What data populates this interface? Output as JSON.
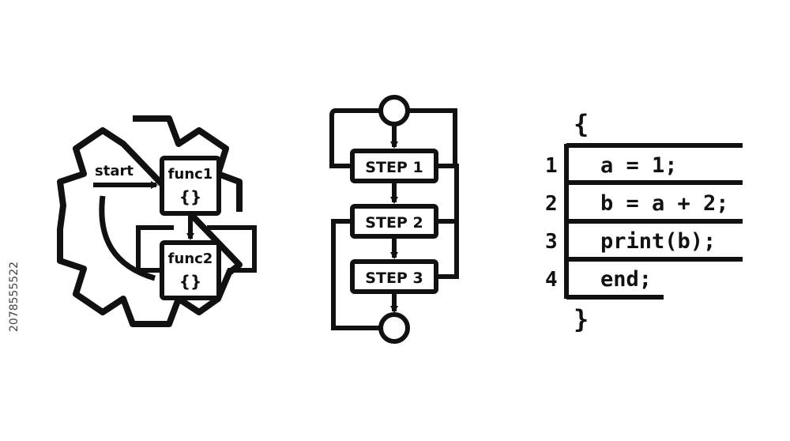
{
  "stock_id": "2078555522",
  "diagram1": {
    "start_label": "start",
    "func1_label": "func1",
    "func1_braces": "{}",
    "func2_label": "func2",
    "func2_braces": "{}"
  },
  "diagram2": {
    "steps": [
      "STEP 1",
      "STEP 2",
      "STEP 3"
    ]
  },
  "diagram3": {
    "open_brace": "{",
    "close_brace": "}",
    "lines": [
      {
        "num": "1",
        "code": "a = 1;"
      },
      {
        "num": "2",
        "code": "b = a + 2;"
      },
      {
        "num": "3",
        "code": "print(b);"
      },
      {
        "num": "4",
        "code": "end;"
      }
    ]
  },
  "colors": {
    "stroke": "#111111",
    "background": "#ffffff"
  }
}
